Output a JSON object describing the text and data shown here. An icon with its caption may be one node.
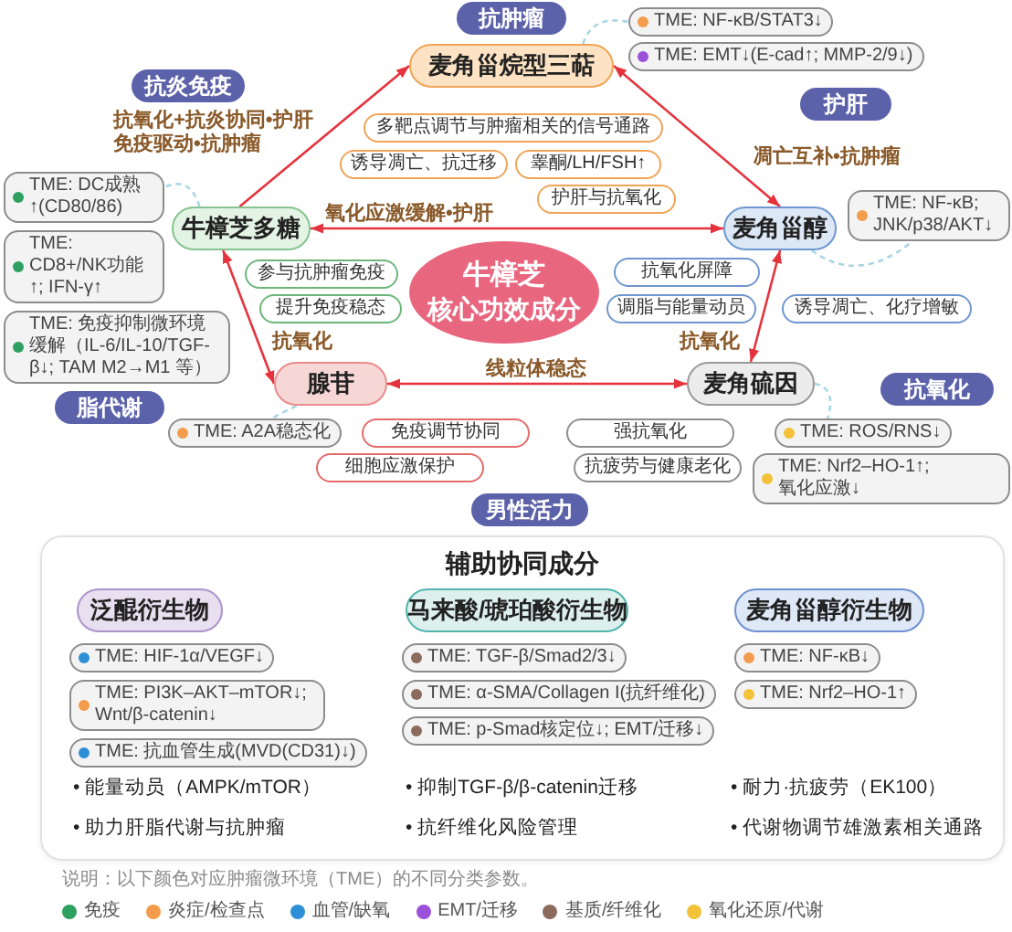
{
  "diagram": {
    "nodes": [
      {
        "text": [
          "抗肿瘤"
        ]
      },
      {
        "text": [
          "TME: NF-κB/STAT3↓"
        ]
      },
      {
        "text": [
          "TME: EMT↓(E-cad↑; MMP-2/9↓)"
        ]
      },
      {
        "text": [
          "麦角甾烷型三萜"
        ]
      },
      {
        "text": [
          "抗炎免疫"
        ]
      },
      {
        "text": [
          "护肝"
        ]
      },
      {
        "text": [
          "多靶点调节与肿瘤相关的信号通路"
        ]
      },
      {
        "text": [
          "诱导凋亡、抗迁移"
        ]
      },
      {
        "text": [
          "睾酮/LH/FSH↑"
        ]
      },
      {
        "text": [
          "TME: DC成熟↑(CD80/86)"
        ]
      },
      {
        "text": [
          "护肝与抗氧化"
        ]
      },
      {
        "text": [
          "TME: NF-κB; JNK/p38/AKT↓"
        ]
      },
      {
        "text": [
          "牛樟芝多糖"
        ]
      },
      {
        "text": [
          "麦角甾醇"
        ]
      },
      {
        "text": [
          "TME: CD8+/NK功能↑; IFN-γ↑"
        ]
      },
      {
        "text": [
          "牛樟芝",
          "核心功效成分"
        ]
      },
      {
        "text": [
          "参与抗肿瘤免疫"
        ]
      },
      {
        "text": [
          "抗氧化屏障"
        ]
      },
      {
        "text": [
          "TME: 免疫抑制微环境缓解（IL-6/IL-10/TGF-β↓; TAM M2→M1 等）"
        ]
      },
      {
        "text": [
          "提升免疫稳态"
        ]
      },
      {
        "text": [
          "调脂与能量动员"
        ]
      },
      {
        "text": [
          "诱导凋亡、化疗增敏"
        ]
      },
      {
        "text": [
          "腺苷"
        ]
      },
      {
        "text": [
          "麦角硫因"
        ]
      },
      {
        "text": [
          "脂代谢"
        ]
      },
      {
        "text": [
          "抗氧化"
        ]
      },
      {
        "text": [
          "TME: A2A稳态化"
        ]
      },
      {
        "text": [
          "免疫调节协同"
        ]
      },
      {
        "text": [
          "强抗氧化"
        ]
      },
      {
        "text": [
          "TME: ROS/RNS↓"
        ]
      },
      {
        "text": [
          "细胞应激保护"
        ]
      },
      {
        "text": [
          "抗疲劳与健康老化"
        ]
      },
      {
        "text": [
          "TME: Nrf2–HO-1↑; 氧化应激↓"
        ]
      },
      {
        "text": [
          "男性活力"
        ]
      },
      {
        "text": [
          "辅助协同成分",
          "• 能量动员（AMPK/mTOR）",
          "• 助力肝脂代谢与抗肿瘤",
          "• 抑制TGF-β/β-catenin迁移",
          "• 抗纤维化风险管理",
          "• 耐力·抗疲劳（EK100）",
          "• 代谢物调节雄激素相关通路"
        ]
      },
      {
        "text": [
          "泛醌衍生物"
        ],
        "in": 34
      },
      {
        "text": [
          "马来酸/琥珀酸衍生物"
        ],
        "in": 34
      },
      {
        "text": [
          "麦角甾醇衍生物"
        ],
        "in": 34
      },
      {
        "text": [
          "TME: HIF-1α/VEGF↓"
        ],
        "in": 34
      },
      {
        "text": [
          "TME: TGF-β/Smad2/3↓"
        ],
        "in": 34
      },
      {
        "text": [
          "TME: NF-κB↓"
        ],
        "in": 34
      },
      {
        "text": [
          "TME: PI3K–AKT–mTOR↓; Wnt/β-catenin↓"
        ],
        "in": 34
      },
      {
        "text": [
          "TME: α-SMA/Collagen I(抗纤维化)"
        ],
        "in": 34
      },
      {
        "text": [
          "TME: Nrf2–HO-1↑"
        ],
        "in": 34
      },
      {
        "text": [
          "TME: 抗血管生成(MVD(CD31)↓)"
        ],
        "in": 34
      },
      {
        "text": [
          "TME: p-Smad核定位↓; EMT/迁移↓"
        ],
        "in": 34
      }
    ],
    "edges": [
      {
        "from": 12,
        "to": 3,
        "arrow": "to",
        "label": "抗氧化+抗炎协同•护肝免疫驱动•抗肿瘤"
      },
      {
        "from": 13,
        "to": 12,
        "arrow": "both",
        "label": "氧化应激缓解•护肝"
      },
      {
        "from": 3,
        "to": 13,
        "arrow": "both",
        "label": "凋亡互补•抗肿瘤"
      },
      {
        "from": 12,
        "to": 22,
        "arrow": "both",
        "label": "抗氧化"
      },
      {
        "from": 13,
        "to": 23,
        "arrow": "both",
        "label": "抗氧化"
      },
      {
        "from": 22,
        "to": 23,
        "arrow": "both",
        "label": "线粒体稳态"
      },
      {
        "from": 3,
        "to": 1,
        "arrow": "none",
        "style": "dashed",
        "color": "#a8d6e4"
      },
      {
        "from": 12,
        "to": 9,
        "arrow": "none",
        "style": "dashed",
        "color": "#a8d6e4"
      },
      {
        "from": 13,
        "to": 11,
        "arrow": "none",
        "style": "dashed",
        "color": "#a8d6e4"
      },
      {
        "from": 22,
        "to": 26,
        "arrow": "none",
        "style": "dashed",
        "color": "#a8d6e4"
      },
      {
        "from": 23,
        "to": 29,
        "arrow": "none",
        "style": "dashed",
        "color": "#a8d6e4"
      }
    ],
    "labels": [
      "说明：以下颜色对应肿瘤微环境（TME）的不同分类参数。"
    ],
    "legend": [
      {
        "text": "免疫",
        "color": "#2ea05f"
      },
      {
        "text": "炎症/检查点",
        "color": "#f39c4b"
      },
      {
        "text": "血管/缺氧",
        "color": "#2f8fd6"
      },
      {
        "text": "EMT/迁移",
        "color": "#9b52d8"
      },
      {
        "text": "基质/纤维化",
        "color": "#8b6b5d"
      },
      {
        "text": "氧化还原/代谢",
        "color": "#f3c238"
      }
    ]
  }
}
